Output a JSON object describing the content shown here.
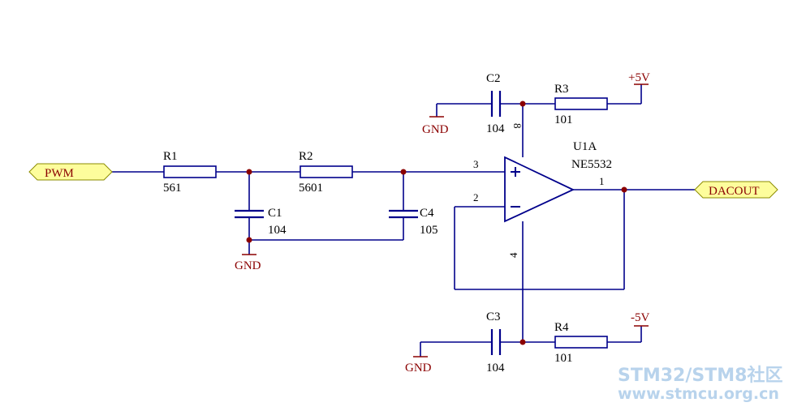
{
  "ports": {
    "input": "PWM",
    "output": "DACOUT"
  },
  "components": {
    "r1": {
      "ref": "R1",
      "value": "561"
    },
    "r2": {
      "ref": "R2",
      "value": "5601"
    },
    "r3": {
      "ref": "R3",
      "value": "101"
    },
    "r4": {
      "ref": "R4",
      "value": "101"
    },
    "c1": {
      "ref": "C1",
      "value": "104"
    },
    "c2": {
      "ref": "C2",
      "value": "104"
    },
    "c3": {
      "ref": "C3",
      "value": "104"
    },
    "c4": {
      "ref": "C4",
      "value": "105"
    },
    "u1": {
      "ref": "U1A",
      "value": "NE5532"
    }
  },
  "pins": {
    "noninv": "3",
    "inv": "2",
    "out": "1",
    "vpos": "8",
    "vneg": "4"
  },
  "opamp_signs": {
    "plus": "+",
    "minus": "−"
  },
  "nets": {
    "gnd": "GND",
    "vpos": "+5V",
    "vneg": "-5V"
  },
  "colors": {
    "wire": "#00008b",
    "junction": "#8b0000",
    "net_label": "#8b0000",
    "port_fill": "#fdfd9c",
    "watermark": "#b8d3ec"
  },
  "watermark": {
    "line1": "STM32/STM8社区",
    "line2": "www.stmcu.org.cn"
  }
}
